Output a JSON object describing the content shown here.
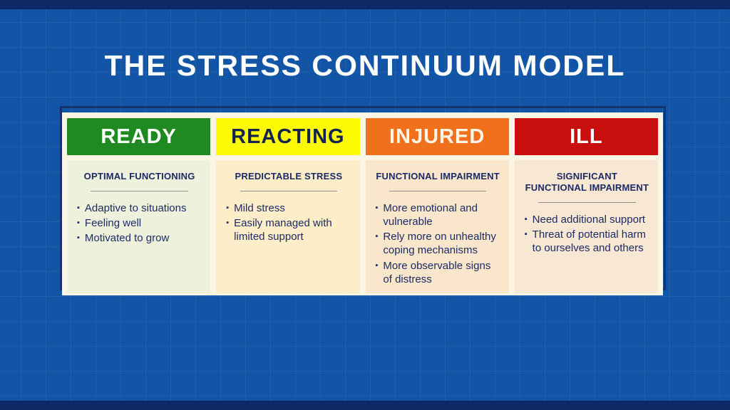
{
  "page": {
    "title": "THE STRESS CONTINUUM MODEL"
  },
  "colors": {
    "background": "#1254a5",
    "edge_bar": "#0d2a66",
    "card_base": "#fbf5e6",
    "frame_border": "#16336f",
    "body_text": "#1b2a66",
    "divider": "#909090"
  },
  "columns": [
    {
      "id": "ready",
      "label": "READY",
      "header_bg": "#1e8a21",
      "header_text_color": "#ffffff",
      "body_bg": "#eef2dc",
      "subtitle": "OPTIMAL FUNCTIONING",
      "bullets": [
        "Adaptive to situations",
        "Feeling well",
        "Motivated to grow"
      ]
    },
    {
      "id": "reacting",
      "label": "REACTING",
      "header_bg": "#fdfb04",
      "header_text_color": "#15234f",
      "body_bg": "#fdeec9",
      "subtitle": "PREDICTABLE STRESS",
      "bullets": [
        "Mild stress",
        "Easily managed with limited support"
      ]
    },
    {
      "id": "injured",
      "label": "INJURED",
      "header_bg": "#f0701c",
      "header_text_color": "#fdf4e8",
      "body_bg": "#fae7cb",
      "subtitle": "FUNCTIONAL IMPAIRMENT",
      "bullets": [
        "More emotional and vulnerable",
        "Rely more on unhealthy coping mechanisms",
        "More observable signs of distress"
      ]
    },
    {
      "id": "ill",
      "label": "ILL",
      "header_bg": "#c90e0e",
      "header_text_color": "#ffffff",
      "body_bg": "#f8e7d2",
      "subtitle": "SIGNIFICANT FUNCTIONAL IMPAIRMENT",
      "bullets": [
        "Need additional support",
        "Threat of potential harm to ourselves and others"
      ]
    }
  ]
}
